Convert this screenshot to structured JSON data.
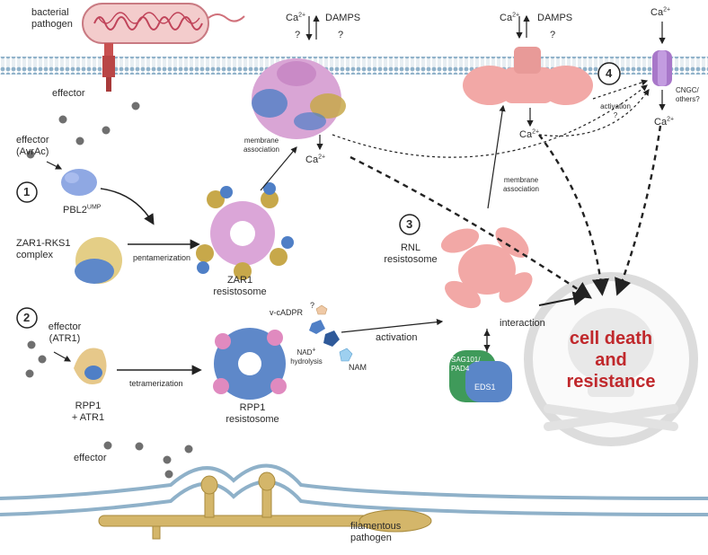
{
  "labels": {
    "bacterial_pathogen": [
      "bacterial",
      "pathogen"
    ],
    "effector_top": "effector",
    "effector_avrac": [
      "effector",
      "(AvrAc)"
    ],
    "step1": "1",
    "pbl2": "PBL2",
    "pbl2_sup": "UMP",
    "zar1_rks1": [
      "ZAR1-RKS1",
      "complex"
    ],
    "pentamerization": "pentamerization",
    "zar1_resistosome": [
      "ZAR1",
      "resistosome"
    ],
    "membrane_association_1": [
      "membrane",
      "association"
    ],
    "ca_top": "Ca",
    "ca_sup": "2+",
    "damps": "DAMPS",
    "question": "?",
    "ca_below_zar1": "Ca",
    "step2": "2",
    "effector_atr1": [
      "effector",
      "(ATR1)"
    ],
    "rpp1_atr1": [
      "RPP1",
      "+ ATR1"
    ],
    "tetramerization": "tetramerization",
    "rpp1_resistosome": [
      "RPP1",
      "resistosome"
    ],
    "v_cadpr": "v-cADPR",
    "nad_hydrolysis": [
      "NAD",
      "+",
      "hydrolysis"
    ],
    "nam": "NAM",
    "activation": "activation",
    "step3": "3",
    "rnl_resistosome": [
      "RNL",
      "resistosome"
    ],
    "membrane_association_2": [
      "membrane",
      "association"
    ],
    "interaction": "interaction",
    "sag101_pad4": [
      "SAG101/",
      "PAD4"
    ],
    "eds1": "EDS1",
    "step4": "4",
    "cngc": [
      "CNGC/",
      "others?"
    ],
    "activation_q": [
      "activation",
      "?"
    ],
    "cell_death": [
      "cell death",
      "and",
      "resistance"
    ],
    "effector_bottom": "effector",
    "filamentous_pathogen": [
      "filamentous",
      "pathogen"
    ]
  },
  "colors": {
    "membrane_head": "#8fb1c9",
    "membrane_tail": "#cfdbe4",
    "bacterium": "#e8b8b8",
    "dna": "#c0445a",
    "zar1": "#d79ad3",
    "zar1_blue": "#4f7fc6",
    "zar1_gold": "#c7a84a",
    "rnl": "#f0a4a2",
    "cngc": "#a877c9",
    "eds1": "#5a86c8",
    "sag101": "#3f9a5a",
    "cell_death_text": "#c0282c",
    "skull": "#d8d8d8",
    "hypha": "#d4b66a",
    "effector_ball": "#6f6f6f"
  },
  "icons": [
    "bacterium-icon",
    "zar1-resistosome-icon",
    "rnl-resistosome-icon",
    "cngc-channel-icon",
    "skull-icon",
    "hypha-icon",
    "pbl2-icon",
    "rpp1-icon",
    "eds1-sag101-icon"
  ]
}
